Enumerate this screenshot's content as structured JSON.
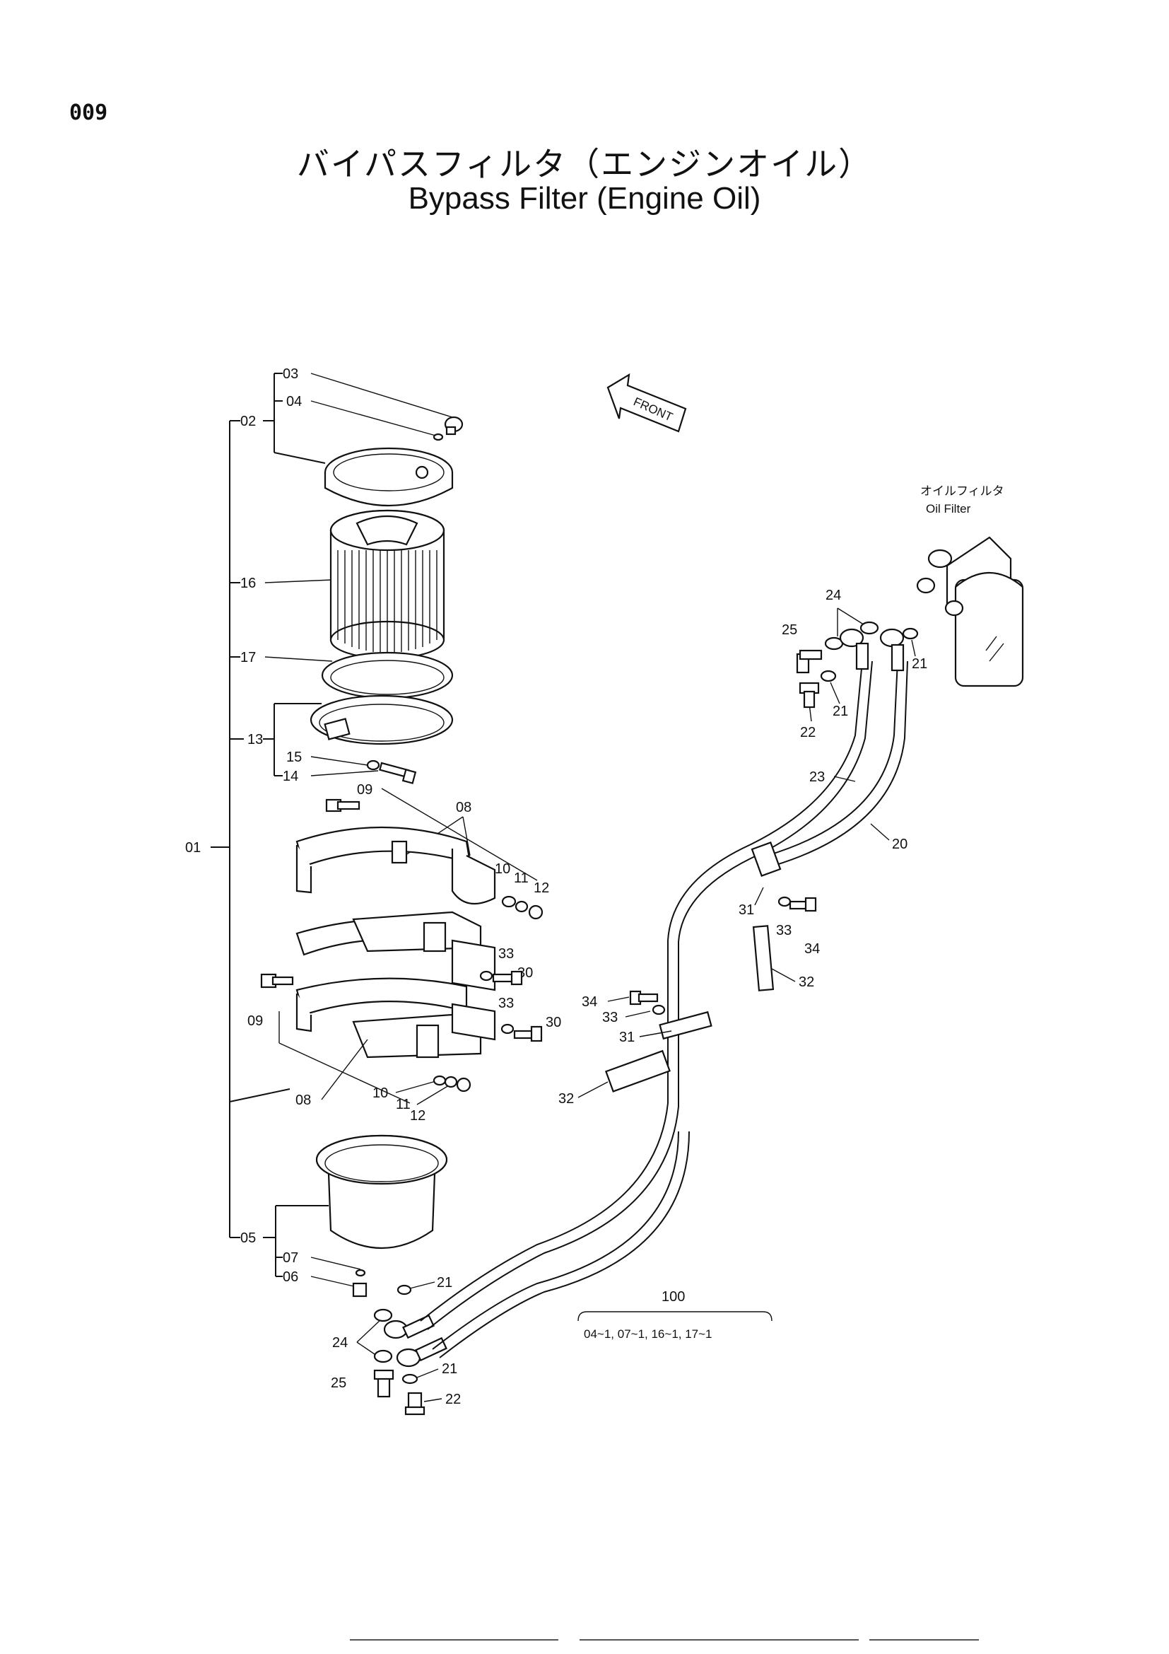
{
  "page_number": "009",
  "title_jp": "バイパスフィルタ（エンジンオイル）",
  "title_en": "Bypass Filter (Engine Oil)",
  "front_label": "FRONT",
  "oil_filter_label_jp": "オイルフィルタ",
  "oil_filter_label_en": "Oil Filter",
  "kit": {
    "number": "100",
    "contents": "04~1, 07~1, 16~1, 17~1"
  },
  "labels": {
    "p01": "01",
    "p02": "02",
    "p03": "03",
    "p04": "04",
    "p05": "05",
    "p06": "06",
    "p07": "07",
    "p08": "08",
    "p09": "09",
    "p10": "10",
    "p11": "11",
    "p12": "12",
    "p13": "13",
    "p14": "14",
    "p15": "15",
    "p16": "16",
    "p17": "17",
    "p20": "20",
    "p21": "21",
    "p22": "22",
    "p23": "23",
    "p24": "24",
    "p25": "25",
    "p30": "30",
    "p31": "31",
    "p32": "32",
    "p33": "33",
    "p34": "34"
  }
}
